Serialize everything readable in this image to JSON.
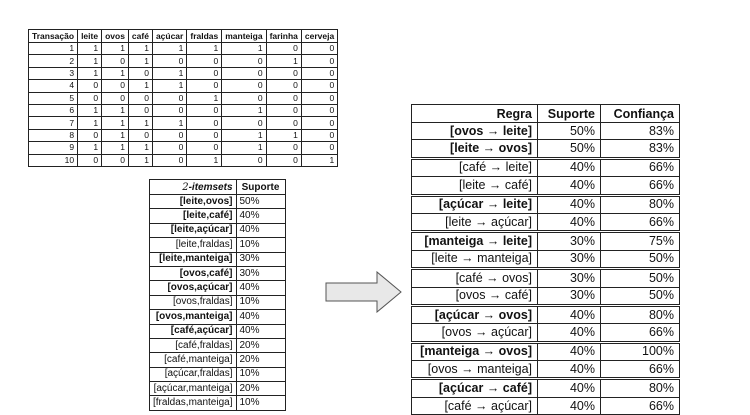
{
  "transactions": {
    "headers": [
      "Transação",
      "leite",
      "ovos",
      "café",
      "açúcar",
      "fraldas",
      "manteiga",
      "farinha",
      "cerveja"
    ],
    "rows": [
      [
        "1",
        "1",
        "1",
        "1",
        "1",
        "1",
        "1",
        "0",
        "0"
      ],
      [
        "2",
        "1",
        "0",
        "1",
        "0",
        "0",
        "0",
        "1",
        "0"
      ],
      [
        "3",
        "1",
        "1",
        "0",
        "1",
        "0",
        "0",
        "0",
        "0"
      ],
      [
        "4",
        "0",
        "0",
        "1",
        "1",
        "0",
        "0",
        "0",
        "0"
      ],
      [
        "5",
        "0",
        "0",
        "0",
        "0",
        "1",
        "0",
        "0",
        "0"
      ],
      [
        "6",
        "1",
        "1",
        "0",
        "0",
        "0",
        "1",
        "0",
        "0"
      ],
      [
        "7",
        "1",
        "1",
        "1",
        "1",
        "0",
        "0",
        "0",
        "0"
      ],
      [
        "8",
        "0",
        "1",
        "0",
        "0",
        "0",
        "1",
        "1",
        "0"
      ],
      [
        "9",
        "1",
        "1",
        "1",
        "0",
        "0",
        "1",
        "0",
        "0"
      ],
      [
        "10",
        "0",
        "0",
        "1",
        "0",
        "1",
        "0",
        "0",
        "1"
      ]
    ]
  },
  "itemsets": {
    "header_num": "2",
    "header_label": "-itemsets",
    "header_support": "Suporte",
    "rows": [
      {
        "set": "[leite,ovos]",
        "support": "50%",
        "bold": true
      },
      {
        "set": "[leite,café]",
        "support": "40%",
        "bold": true
      },
      {
        "set": "[leite,açúcar]",
        "support": "40%",
        "bold": true
      },
      {
        "set": "[leite,fraldas]",
        "support": "10%",
        "bold": false
      },
      {
        "set": "[leite,manteiga]",
        "support": "30%",
        "bold": true
      },
      {
        "set": "[ovos,café]",
        "support": "30%",
        "bold": true
      },
      {
        "set": "[ovos,açúcar]",
        "support": "40%",
        "bold": true
      },
      {
        "set": "[ovos,fraldas]",
        "support": "10%",
        "bold": false
      },
      {
        "set": "[ovos,manteiga]",
        "support": "40%",
        "bold": true
      },
      {
        "set": "[café,açúcar]",
        "support": "40%",
        "bold": true
      },
      {
        "set": "[café,fraldas]",
        "support": "20%",
        "bold": false
      },
      {
        "set": "[café,manteiga]",
        "support": "20%",
        "bold": false
      },
      {
        "set": "[açúcar,fraldas]",
        "support": "10%",
        "bold": false
      },
      {
        "set": "[açúcar,manteiga]",
        "support": "20%",
        "bold": false
      },
      {
        "set": "[fraldas,manteiga]",
        "support": "10%",
        "bold": false
      }
    ]
  },
  "rules": {
    "headers": [
      "Regra",
      "Suporte",
      "Confiança"
    ],
    "rows": [
      {
        "rule": "[ovos → leite]",
        "support": "50%",
        "confidence": "83%",
        "bold": true,
        "group_start": false
      },
      {
        "rule": "[leite → ovos]",
        "support": "50%",
        "confidence": "83%",
        "bold": true,
        "group_start": false
      },
      {
        "rule": "[café → leite]",
        "support": "40%",
        "confidence": "66%",
        "bold": false,
        "group_start": true
      },
      {
        "rule": "[leite → café]",
        "support": "40%",
        "confidence": "66%",
        "bold": false,
        "group_start": false
      },
      {
        "rule": "[açúcar → leite]",
        "support": "40%",
        "confidence": "80%",
        "bold": true,
        "group_start": true
      },
      {
        "rule": "[leite → açúcar]",
        "support": "40%",
        "confidence": "66%",
        "bold": false,
        "group_start": false
      },
      {
        "rule": "[manteiga → leite]",
        "support": "30%",
        "confidence": "75%",
        "bold": true,
        "group_start": true
      },
      {
        "rule": "[leite → manteiga]",
        "support": "30%",
        "confidence": "50%",
        "bold": false,
        "group_start": false
      },
      {
        "rule": "[café → ovos]",
        "support": "30%",
        "confidence": "50%",
        "bold": false,
        "group_start": true
      },
      {
        "rule": "[ovos → café]",
        "support": "30%",
        "confidence": "50%",
        "bold": false,
        "group_start": false
      },
      {
        "rule": "[açúcar → ovos]",
        "support": "40%",
        "confidence": "80%",
        "bold": true,
        "group_start": true
      },
      {
        "rule": "[ovos → açúcar]",
        "support": "40%",
        "confidence": "66%",
        "bold": false,
        "group_start": false
      },
      {
        "rule": "[manteiga → ovos]",
        "support": "40%",
        "confidence": "100%",
        "bold": true,
        "group_start": true
      },
      {
        "rule": "[ovos → manteiga]",
        "support": "40%",
        "confidence": "66%",
        "bold": false,
        "group_start": false
      },
      {
        "rule": "[açúcar → café]",
        "support": "40%",
        "confidence": "80%",
        "bold": true,
        "group_start": true
      },
      {
        "rule": "[café → açúcar]",
        "support": "40%",
        "confidence": "66%",
        "bold": false,
        "group_start": false
      }
    ]
  },
  "arrow": {
    "icon": "right-arrow-icon",
    "fill": "#e8e8e8",
    "stroke": "#555555"
  }
}
